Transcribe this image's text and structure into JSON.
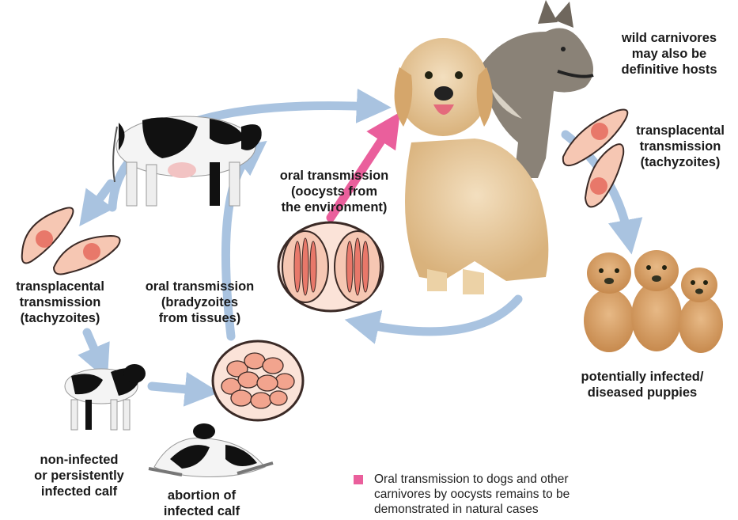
{
  "colors": {
    "cycle_arrow": "#a9c3e0",
    "pink_arrow": "#ea5f9c",
    "parasite_fill": "#f6c7b3",
    "parasite_nucleus": "#e8786a",
    "cyst_wall": "#3b2a26",
    "legend_swatch": "#ea5f9c"
  },
  "labels": {
    "wild_carnivores": [
      "wild carnivores",
      "may also be",
      "definitive hosts"
    ],
    "transplacental_right": [
      "transplacental",
      "transmission",
      "(tachyzoites)"
    ],
    "oral_oocysts": [
      "oral transmission",
      "(oocysts from",
      "the environment)"
    ],
    "transplacental_left": [
      "transplacental",
      "transmission",
      "(tachyzoites)"
    ],
    "oral_bradyzoites": [
      "oral transmission",
      "(bradyzoites",
      "from tissues)"
    ],
    "puppies": [
      "potentially infected/",
      "diseased puppies"
    ],
    "calf": [
      "non-infected",
      "or persistently",
      "infected calf"
    ],
    "abortion": [
      "abortion of",
      "infected calf"
    ]
  },
  "legend": {
    "lines": [
      "Oral transmission to dogs and other",
      "carnivores by oocysts remains to be",
      "demonstrated in natural cases"
    ]
  },
  "icons": {
    "cow": "cow-illustration",
    "calf": "calf-illustration",
    "aborted_calf": "aborted-calf-illustration",
    "dog": "golden-retriever-illustration",
    "wolf": "wolf-illustration",
    "puppies": "puppies-illustration",
    "tachyzoites": "tachyzoite-icon",
    "oocyst": "oocyst-icon",
    "tissue_cyst": "tissue-cyst-icon"
  }
}
